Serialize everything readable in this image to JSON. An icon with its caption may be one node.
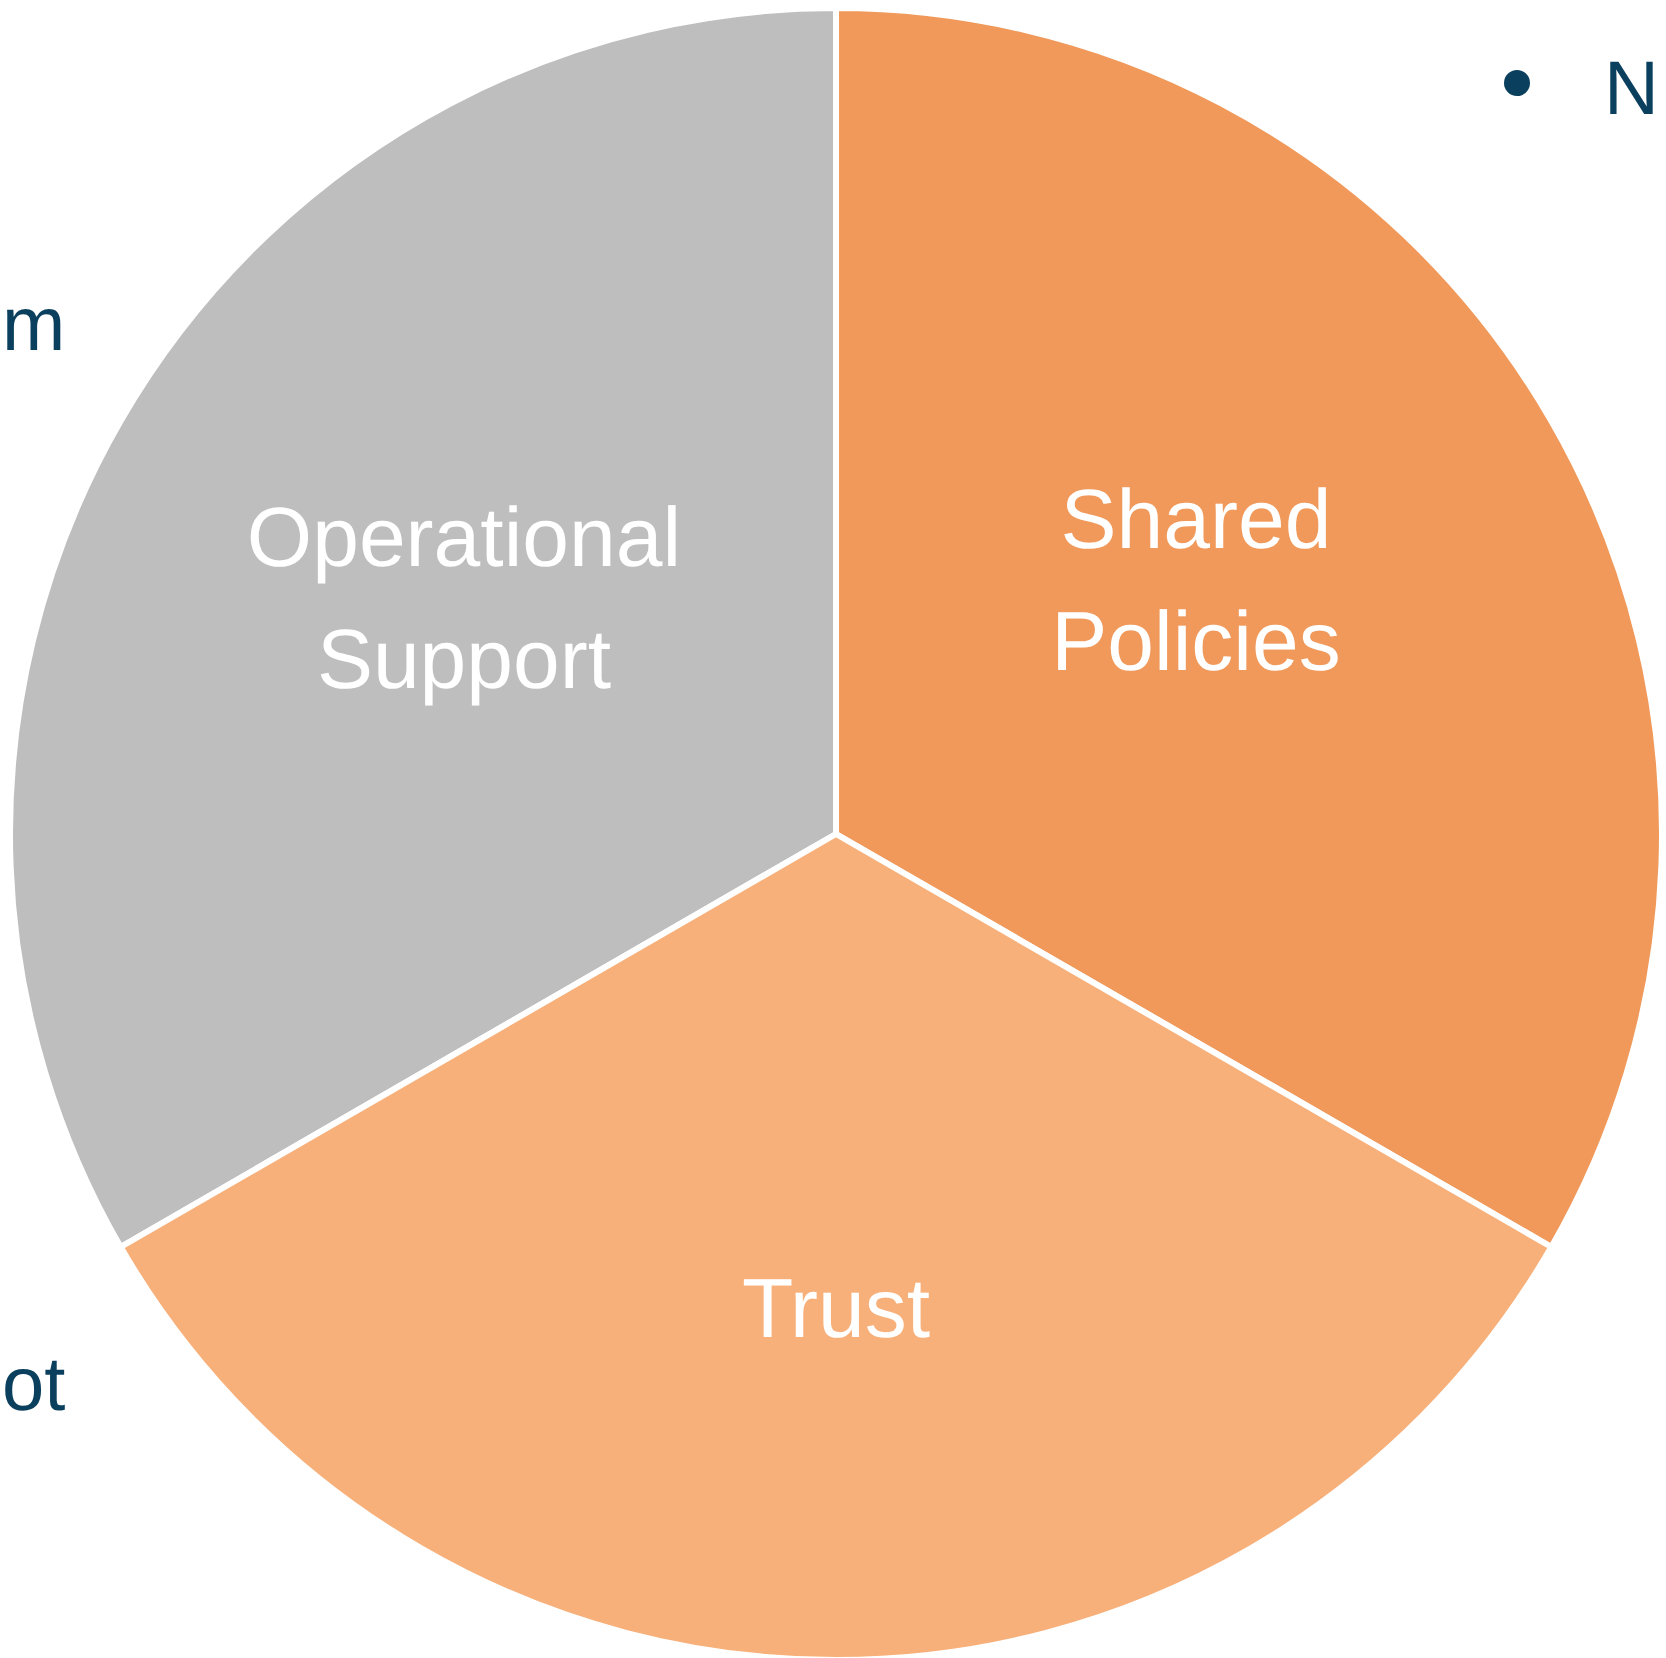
{
  "diagram": {
    "nodes": [
      {
        "text": [
          "Operational Support"
        ]
      },
      {
        "text": [
          "Shared Policies"
        ]
      },
      {
        "text": [
          "Trust"
        ]
      }
    ],
    "labels": [
      "N",
      "m",
      "ot"
    ]
  }
}
